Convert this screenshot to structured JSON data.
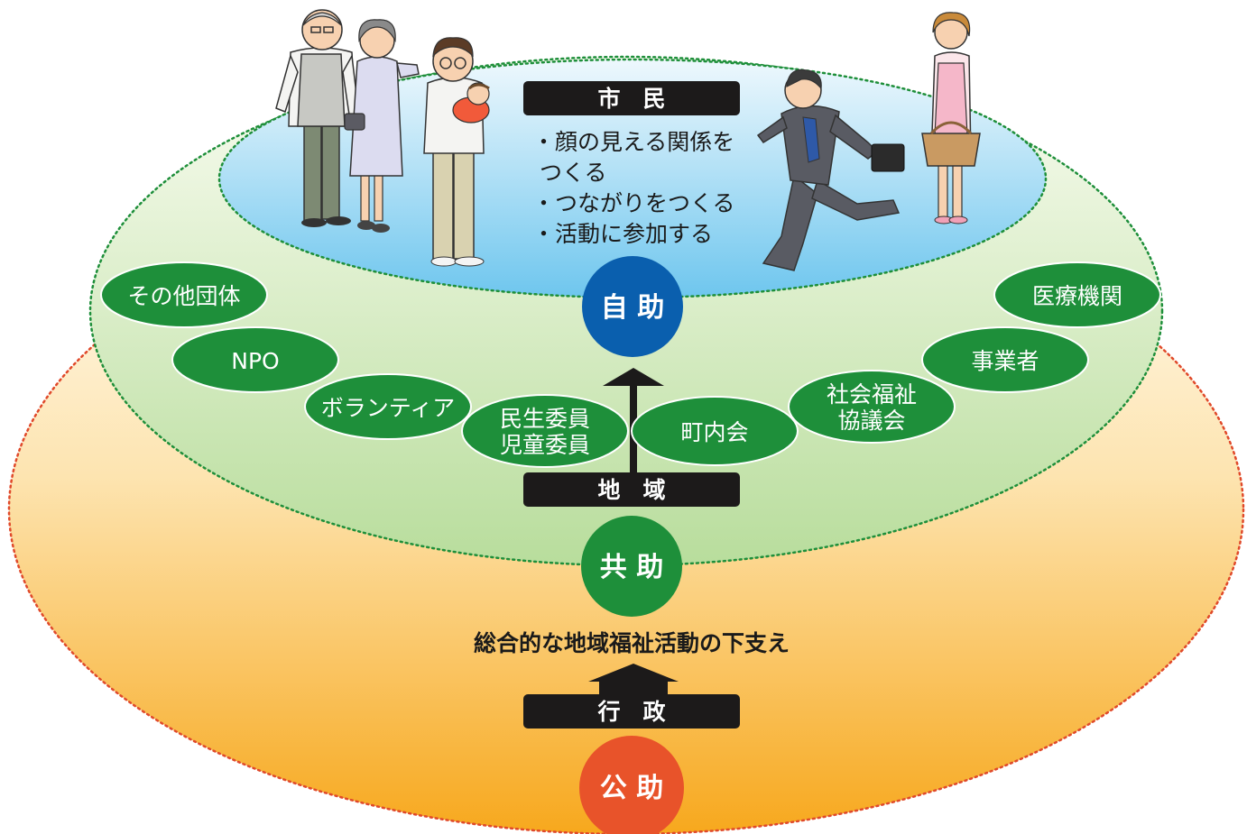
{
  "citizen": {
    "label": "市　民",
    "actions": [
      "・顔の見える関係を",
      "つくる",
      "・つながりをつくる",
      "・活動に参加する"
    ]
  },
  "self_help": {
    "label": "自 助",
    "color": "#0a5fae"
  },
  "community": {
    "label": "地　域"
  },
  "mutual_help": {
    "label": "共 助",
    "color": "#1e8f3a"
  },
  "administration": {
    "label": "行　政"
  },
  "public_help": {
    "label": "公 助",
    "color": "#e8532a"
  },
  "support_text": "総合的な地域福祉活動の下支え",
  "groups": {
    "other": "その他団体",
    "npo": "NPO",
    "volunteer": "ボランティア",
    "welfare_commissioners": [
      "民生委員",
      "児童委員"
    ],
    "neighborhood": "町内会",
    "social_welfare_council": [
      "社会福祉",
      "協議会"
    ],
    "business": "事業者",
    "medical": "医療機関"
  },
  "colors": {
    "group_pill": "#1e8f3a",
    "label_bar": "#1c1a1a",
    "arrow": "#1c1a1a"
  }
}
